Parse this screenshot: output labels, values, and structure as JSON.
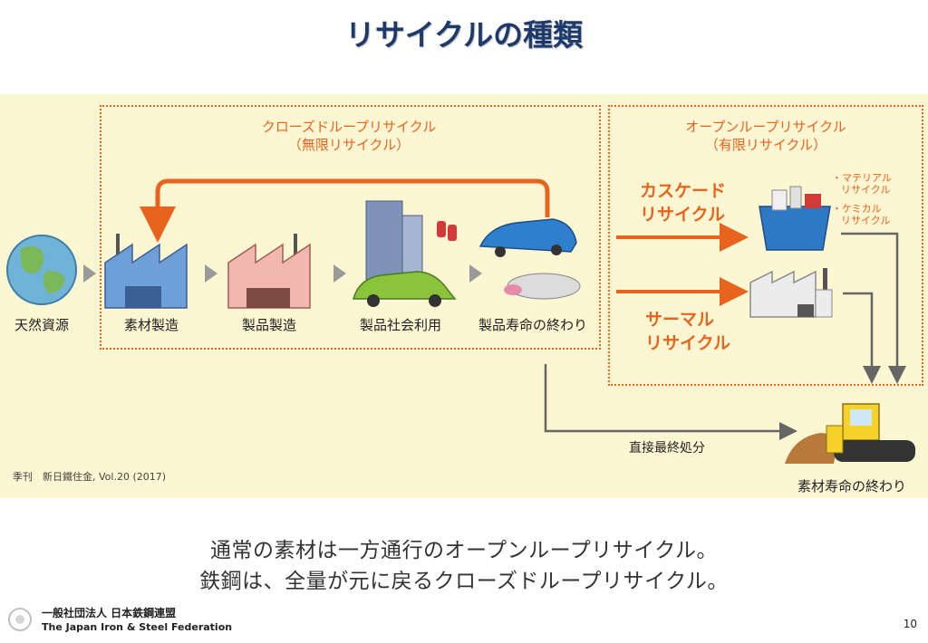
{
  "title": "リサイクルの種類",
  "closed_loop": {
    "label": "クローズドループリサイクル",
    "sub": "（無限リサイクル）"
  },
  "open_loop": {
    "label": "オープンループリサイクル",
    "sub": "（有限リサイクル）"
  },
  "stages": [
    "天然資源",
    "素材製造",
    "製品製造",
    "製品社会利用",
    "製品寿命の終わり"
  ],
  "cascade": {
    "line1": "カスケード",
    "line2": "リサイクル"
  },
  "thermal": {
    "line1": "サーマル",
    "line2": "リサイクル"
  },
  "material_recycle": {
    "line1": "・マテリアル",
    "line2": "リサイクル"
  },
  "chemical_recycle": {
    "line1": "・ケミカル",
    "line2": "リサイクル"
  },
  "direct_disposal": "直接最終処分",
  "material_end": "素材寿命の終わり",
  "citation": "季刊　新日鐵住金, Vol.20 (2017)",
  "message": {
    "line1": "通常の素材は一方通行のオープンループリサイクル。",
    "line2": "鉄鋼は、全量が元に戻るクローズドループリサイクル。"
  },
  "footer": {
    "org_jp": "一般社団法人 日本鉄鋼連盟",
    "org_en": "The Japan Iron & Steel Federation",
    "page": "10"
  },
  "colors": {
    "accent": "#e8641e",
    "title": "#1e3a6d",
    "panel": "#fcf6d2"
  }
}
